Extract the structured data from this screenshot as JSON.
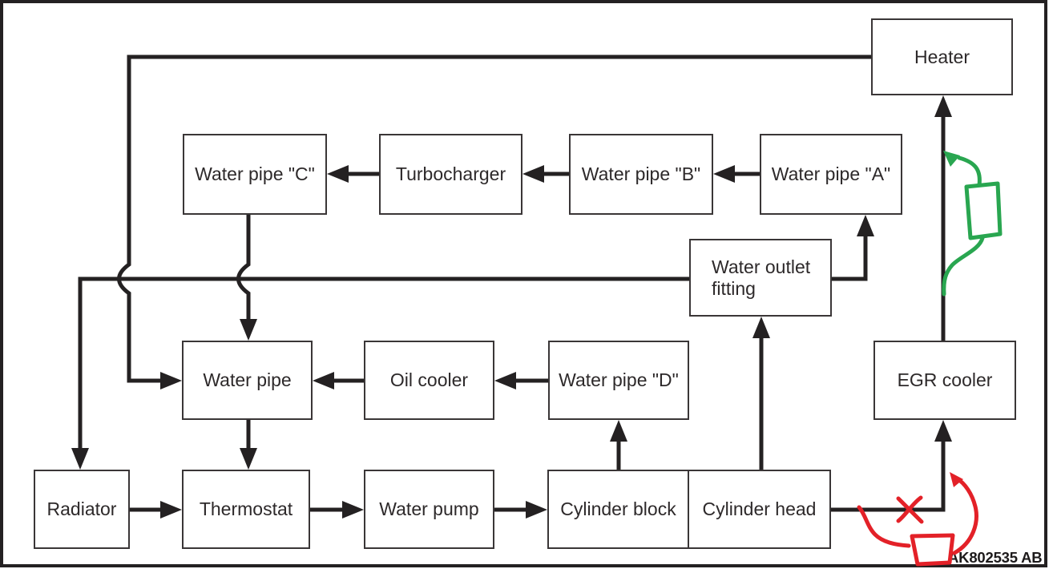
{
  "watermark": "AK802535 AB",
  "colors": {
    "line": "#242122",
    "box_border": "#3a3637",
    "text": "#2d292a",
    "background": "#ffffff",
    "annotation_green": "#29a650",
    "annotation_red": "#e32128"
  },
  "nodes": [
    {
      "id": "heater",
      "label": "Heater"
    },
    {
      "id": "water-pipe-c",
      "label": "Water pipe \"C\""
    },
    {
      "id": "turbocharger",
      "label": "Turbocharger"
    },
    {
      "id": "water-pipe-b",
      "label": "Water pipe \"B\""
    },
    {
      "id": "water-pipe-a",
      "label": "Water pipe \"A\""
    },
    {
      "id": "water-outlet-fitting",
      "label": "Water outlet\nfitting"
    },
    {
      "id": "water-pipe",
      "label": "Water pipe"
    },
    {
      "id": "oil-cooler",
      "label": "Oil cooler"
    },
    {
      "id": "water-pipe-d",
      "label": "Water pipe \"D\""
    },
    {
      "id": "egr-cooler",
      "label": "EGR cooler"
    },
    {
      "id": "radiator",
      "label": "Radiator"
    },
    {
      "id": "thermostat",
      "label": "Thermostat"
    },
    {
      "id": "water-pump",
      "label": "Water pump"
    },
    {
      "id": "cylinder-block",
      "label": "Cylinder block"
    },
    {
      "id": "cylinder-head",
      "label": "Cylinder head"
    }
  ],
  "edges": [
    {
      "from": "radiator",
      "to": "thermostat"
    },
    {
      "from": "thermostat",
      "to": "water-pump"
    },
    {
      "from": "water-pump",
      "to": "cylinder-block"
    },
    {
      "from": "cylinder-block",
      "to": "water-pipe-d"
    },
    {
      "from": "water-pipe-d",
      "to": "oil-cooler"
    },
    {
      "from": "oil-cooler",
      "to": "water-pipe"
    },
    {
      "from": "water-pipe",
      "to": "thermostat"
    },
    {
      "from": "water-pipe-c",
      "to": "water-pipe"
    },
    {
      "from": "heater",
      "to": "water-pipe"
    },
    {
      "from": "cylinder-head",
      "to": "water-outlet-fitting"
    },
    {
      "from": "water-outlet-fitting",
      "to": "water-pipe-a"
    },
    {
      "from": "water-outlet-fitting",
      "to": "radiator"
    },
    {
      "from": "water-pipe-a",
      "to": "water-pipe-b"
    },
    {
      "from": "water-pipe-b",
      "to": "turbocharger"
    },
    {
      "from": "turbocharger",
      "to": "water-pipe-c"
    },
    {
      "from": "cylinder-head",
      "to": "egr-cooler"
    },
    {
      "from": "egr-cooler",
      "to": "heater"
    }
  ],
  "annotations": {
    "green": {
      "color": "#29a650",
      "shapes": [
        "hand-drawn rectangle beside EGR-cooler-to-Heater line",
        "curved arrow pointing to EGR-cooler-to-Heater line",
        "tail curve joining line below rectangle"
      ]
    },
    "red": {
      "color": "#e32128",
      "shapes": [
        "X mark on Cylinder-head-to-EGR-cooler line",
        "hand-drawn rectangle below line",
        "curved arrow from rectangle to line corner",
        "curve from line to rectangle"
      ]
    }
  }
}
